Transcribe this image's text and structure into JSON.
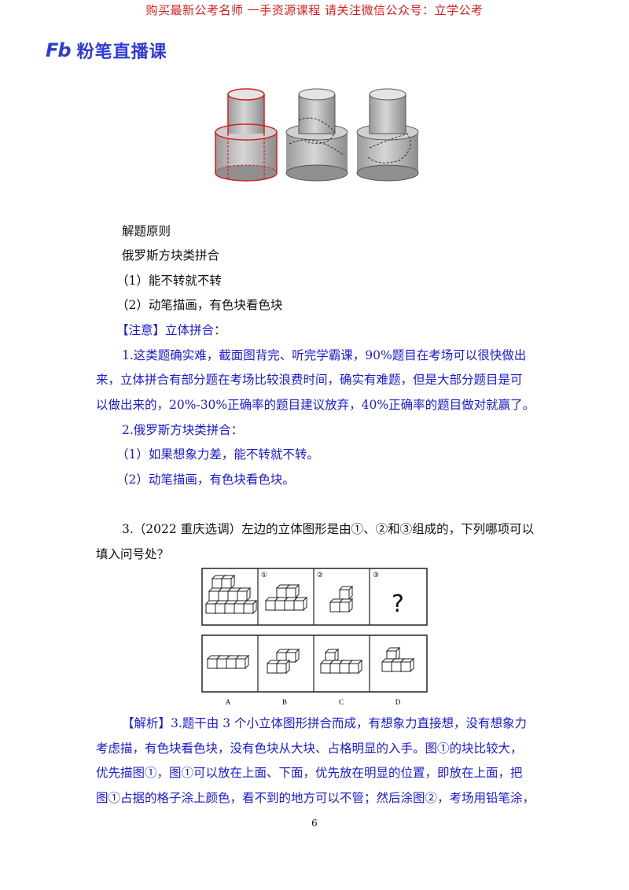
{
  "banner": "购买最新公考名师 一手资源课程 请关注微信公众号：立学公考",
  "logo": {
    "mark": "Fb",
    "text": "粉笔直播课"
  },
  "principles": {
    "heading": "解题原则",
    "subheading": "俄罗斯方块类拼合",
    "item1": "（1）能不转就不转",
    "item2": "（2）动笔描画，有色块看色块"
  },
  "note": {
    "title": "【注意】立体拼合：",
    "p1_l1": "1.这类题确实难，截面图背完、听完学霸课，90%题目在考场可以很快做出",
    "p1_l2": "来，立体拼合有部分题在考场比较浪费时间，确实有难题，但是大部分题目是可",
    "p1_l3": "以做出来的，20%-30%正确率的题目建议放弃，40%正确率的题目做对就赢了。",
    "p2": "2.俄罗斯方块类拼合：",
    "p2_i1": "（1）如果想象力差，能不转就不转。",
    "p2_i2": "（2）动笔描画，有色块看色块。"
  },
  "question": {
    "l1": "3.（2022 重庆选调）左边的立体图形是由①、②和③组成的，下列哪项可以",
    "l2": "填入问号处？",
    "cell_labels": [
      "①",
      "②",
      "③"
    ],
    "question_mark": "?",
    "options": [
      "A",
      "B",
      "C",
      "D"
    ]
  },
  "analysis": {
    "l1": "【解析】3.题干由 3 个小立体图形拼合而成，有想象力直接想，没有想象力",
    "l2": "考虑描，有色块看色块，没有色块从大块、占格明显的入手。图①的块比较大，",
    "l3": "优先描图①，图①可以放在上面、下面，优先放在明显的位置，即放在上面，把",
    "l4": "图①占据的格子涂上颜色，看不到的地方可以不管；然后涂图②，考场用铅笔涂，"
  },
  "page_number": "6",
  "colors": {
    "banner": "#d81e1e",
    "brand": "#2f3bd8",
    "note_text": "#1a1ad6",
    "highlight": "#d42020"
  }
}
